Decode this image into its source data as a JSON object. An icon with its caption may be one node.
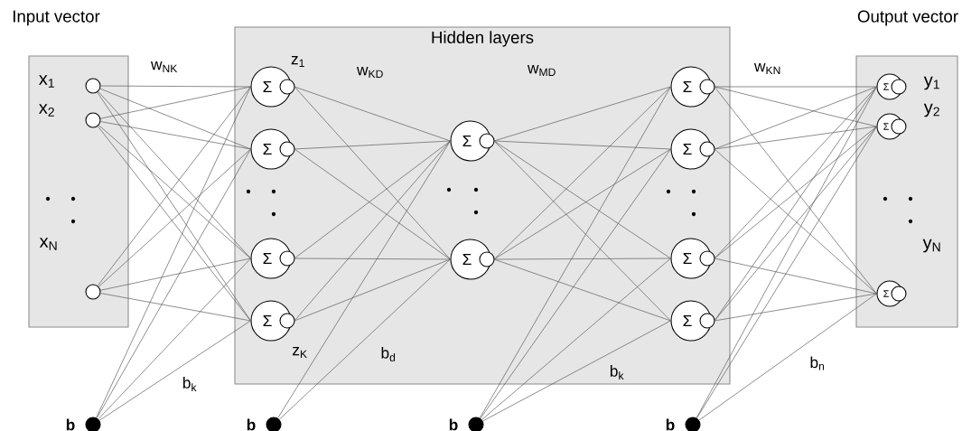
{
  "diagram": {
    "nodes": [
      {
        "text": [
          "Input vector"
        ]
      },
      {
        "text": [],
        "shape": "circle",
        "in": 0
      },
      {
        "text": [],
        "shape": "circle",
        "in": 0
      },
      {
        "text": [],
        "shape": "circle",
        "in": 0
      },
      {
        "text": [
          "Hidden layers"
        ]
      },
      {
        "text": [
          "Σ"
        ],
        "in": 4,
        "beside": [
          "z$_{1}$"
        ]
      },
      {
        "text": [
          "Σ"
        ],
        "in": 4
      },
      {
        "text": [
          "Σ"
        ],
        "in": 4
      },
      {
        "text": [
          "Σ"
        ],
        "in": 4,
        "beside": [
          "z$_{K}$"
        ]
      },
      {
        "text": [
          "Σ"
        ],
        "in": 4
      },
      {
        "text": [
          "Σ"
        ],
        "in": 4
      },
      {
        "text": [
          "Σ"
        ],
        "in": 4
      },
      {
        "text": [
          "Σ"
        ],
        "in": 4
      },
      {
        "text": [
          "Σ"
        ],
        "in": 4
      },
      {
        "text": [
          "Σ"
        ],
        "in": 4
      },
      {
        "text": [
          "Output vector"
        ]
      },
      {
        "text": [
          "Σ"
        ],
        "in": 15
      },
      {
        "text": [
          "Σ"
        ],
        "in": 15
      },
      {
        "text": [
          "Σ"
        ],
        "in": 15
      },
      {
        "text": [],
        "shape": "circle",
        "beside": [
          "b"
        ]
      },
      {
        "text": [],
        "shape": "circle",
        "beside": [
          "b"
        ]
      },
      {
        "text": [],
        "shape": "circle",
        "beside": [
          "b"
        ]
      },
      {
        "text": [],
        "shape": "circle",
        "beside": [
          "b"
        ]
      }
    ],
    "edges": [
      {
        "from": 1,
        "to": 5,
        "arrow": "none"
      },
      {
        "from": 1,
        "to": 6,
        "arrow": "none"
      },
      {
        "from": 1,
        "to": 7,
        "arrow": "none"
      },
      {
        "from": 1,
        "to": 8,
        "arrow": "none"
      },
      {
        "from": 2,
        "to": 5,
        "arrow": "none"
      },
      {
        "from": 2,
        "to": 6,
        "arrow": "none"
      },
      {
        "from": 2,
        "to": 7,
        "arrow": "none"
      },
      {
        "from": 2,
        "to": 8,
        "arrow": "none"
      },
      {
        "from": 3,
        "to": 5,
        "arrow": "none"
      },
      {
        "from": 3,
        "to": 6,
        "arrow": "none"
      },
      {
        "from": 3,
        "to": 7,
        "arrow": "none"
      },
      {
        "from": 3,
        "to": 8,
        "arrow": "none"
      },
      {
        "from": 19,
        "to": 5,
        "arrow": "none"
      },
      {
        "from": 19,
        "to": 6,
        "arrow": "none"
      },
      {
        "from": 19,
        "to": 7,
        "arrow": "none"
      },
      {
        "from": 19,
        "to": 8,
        "arrow": "none"
      },
      {
        "from": 5,
        "to": 9,
        "arrow": "none"
      },
      {
        "from": 5,
        "to": 10,
        "arrow": "none"
      },
      {
        "from": 6,
        "to": 9,
        "arrow": "none"
      },
      {
        "from": 6,
        "to": 10,
        "arrow": "none"
      },
      {
        "from": 7,
        "to": 9,
        "arrow": "none"
      },
      {
        "from": 7,
        "to": 10,
        "arrow": "none"
      },
      {
        "from": 8,
        "to": 9,
        "arrow": "none"
      },
      {
        "from": 8,
        "to": 10,
        "arrow": "none"
      },
      {
        "from": 20,
        "to": 9,
        "arrow": "none"
      },
      {
        "from": 20,
        "to": 10,
        "arrow": "none"
      },
      {
        "from": 9,
        "to": 11,
        "arrow": "none"
      },
      {
        "from": 9,
        "to": 12,
        "arrow": "none"
      },
      {
        "from": 9,
        "to": 13,
        "arrow": "none"
      },
      {
        "from": 9,
        "to": 14,
        "arrow": "none"
      },
      {
        "from": 10,
        "to": 11,
        "arrow": "none"
      },
      {
        "from": 10,
        "to": 12,
        "arrow": "none"
      },
      {
        "from": 10,
        "to": 13,
        "arrow": "none"
      },
      {
        "from": 10,
        "to": 14,
        "arrow": "none"
      },
      {
        "from": 21,
        "to": 11,
        "arrow": "none"
      },
      {
        "from": 21,
        "to": 12,
        "arrow": "none"
      },
      {
        "from": 21,
        "to": 13,
        "arrow": "none"
      },
      {
        "from": 21,
        "to": 14,
        "arrow": "none"
      },
      {
        "from": 11,
        "to": 16,
        "arrow": "none"
      },
      {
        "from": 11,
        "to": 17,
        "arrow": "none"
      },
      {
        "from": 11,
        "to": 18,
        "arrow": "none"
      },
      {
        "from": 12,
        "to": 16,
        "arrow": "none"
      },
      {
        "from": 12,
        "to": 17,
        "arrow": "none"
      },
      {
        "from": 12,
        "to": 18,
        "arrow": "none"
      },
      {
        "from": 13,
        "to": 16,
        "arrow": "none"
      },
      {
        "from": 13,
        "to": 17,
        "arrow": "none"
      },
      {
        "from": 13,
        "to": 18,
        "arrow": "none"
      },
      {
        "from": 14,
        "to": 16,
        "arrow": "none"
      },
      {
        "from": 14,
        "to": 17,
        "arrow": "none"
      },
      {
        "from": 14,
        "to": 18,
        "arrow": "none"
      },
      {
        "from": 22,
        "to": 16,
        "arrow": "none"
      },
      {
        "from": 22,
        "to": 17,
        "arrow": "none"
      },
      {
        "from": 22,
        "to": 18,
        "arrow": "none"
      }
    ],
    "labels": [
      "x$_{1}$",
      "x$_{2}$",
      "x$_{N}$",
      "w$_{NK}$",
      "w$_{KD}$",
      "w$_{MD}$",
      "w$_{KN}$",
      "y$_{1}$",
      "y$_{2}$",
      "y$_{N}$",
      "b$_{k}$",
      "b$_{d}$",
      "b$_{k}$",
      "b$_{n}$"
    ]
  }
}
